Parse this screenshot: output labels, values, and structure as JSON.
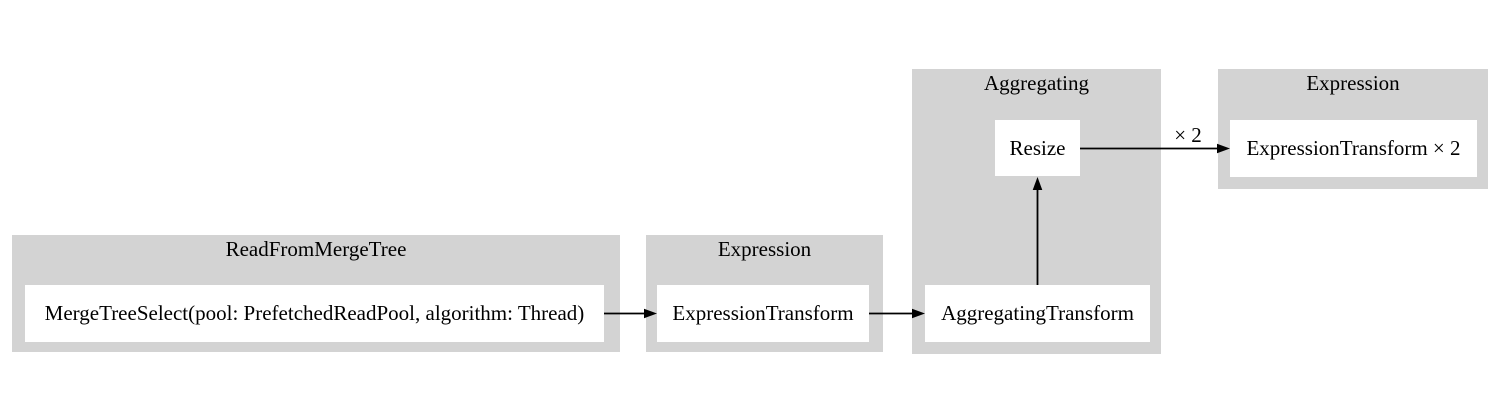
{
  "diagram": {
    "type": "pipeline-graph",
    "colors": {
      "background": "#ffffff",
      "cluster_fill": "#d3d3d3",
      "node_fill": "#ffffff",
      "edge": "#000000",
      "text": "#000000"
    },
    "clusters": [
      {
        "title": "ReadFromMergeTree",
        "nodes": [
          {
            "label": "MergeTreeSelect(pool: PrefetchedReadPool, algorithm: Thread)"
          }
        ]
      },
      {
        "title": "Expression",
        "nodes": [
          {
            "label": "ExpressionTransform"
          }
        ]
      },
      {
        "title": "Aggregating",
        "nodes": [
          {
            "label": "Resize"
          },
          {
            "label": "AggregatingTransform"
          }
        ]
      },
      {
        "title": "Expression",
        "nodes": [
          {
            "label": "ExpressionTransform × 2"
          }
        ]
      }
    ],
    "edges": [
      {
        "from": "MergeTreeSelect(pool: PrefetchedReadPool, algorithm: Thread)",
        "to": "ExpressionTransform",
        "label": ""
      },
      {
        "from": "ExpressionTransform",
        "to": "AggregatingTransform",
        "label": ""
      },
      {
        "from": "AggregatingTransform",
        "to": "Resize",
        "label": ""
      },
      {
        "from": "Resize",
        "to": "ExpressionTransform × 2",
        "label": "× 2"
      }
    ]
  }
}
